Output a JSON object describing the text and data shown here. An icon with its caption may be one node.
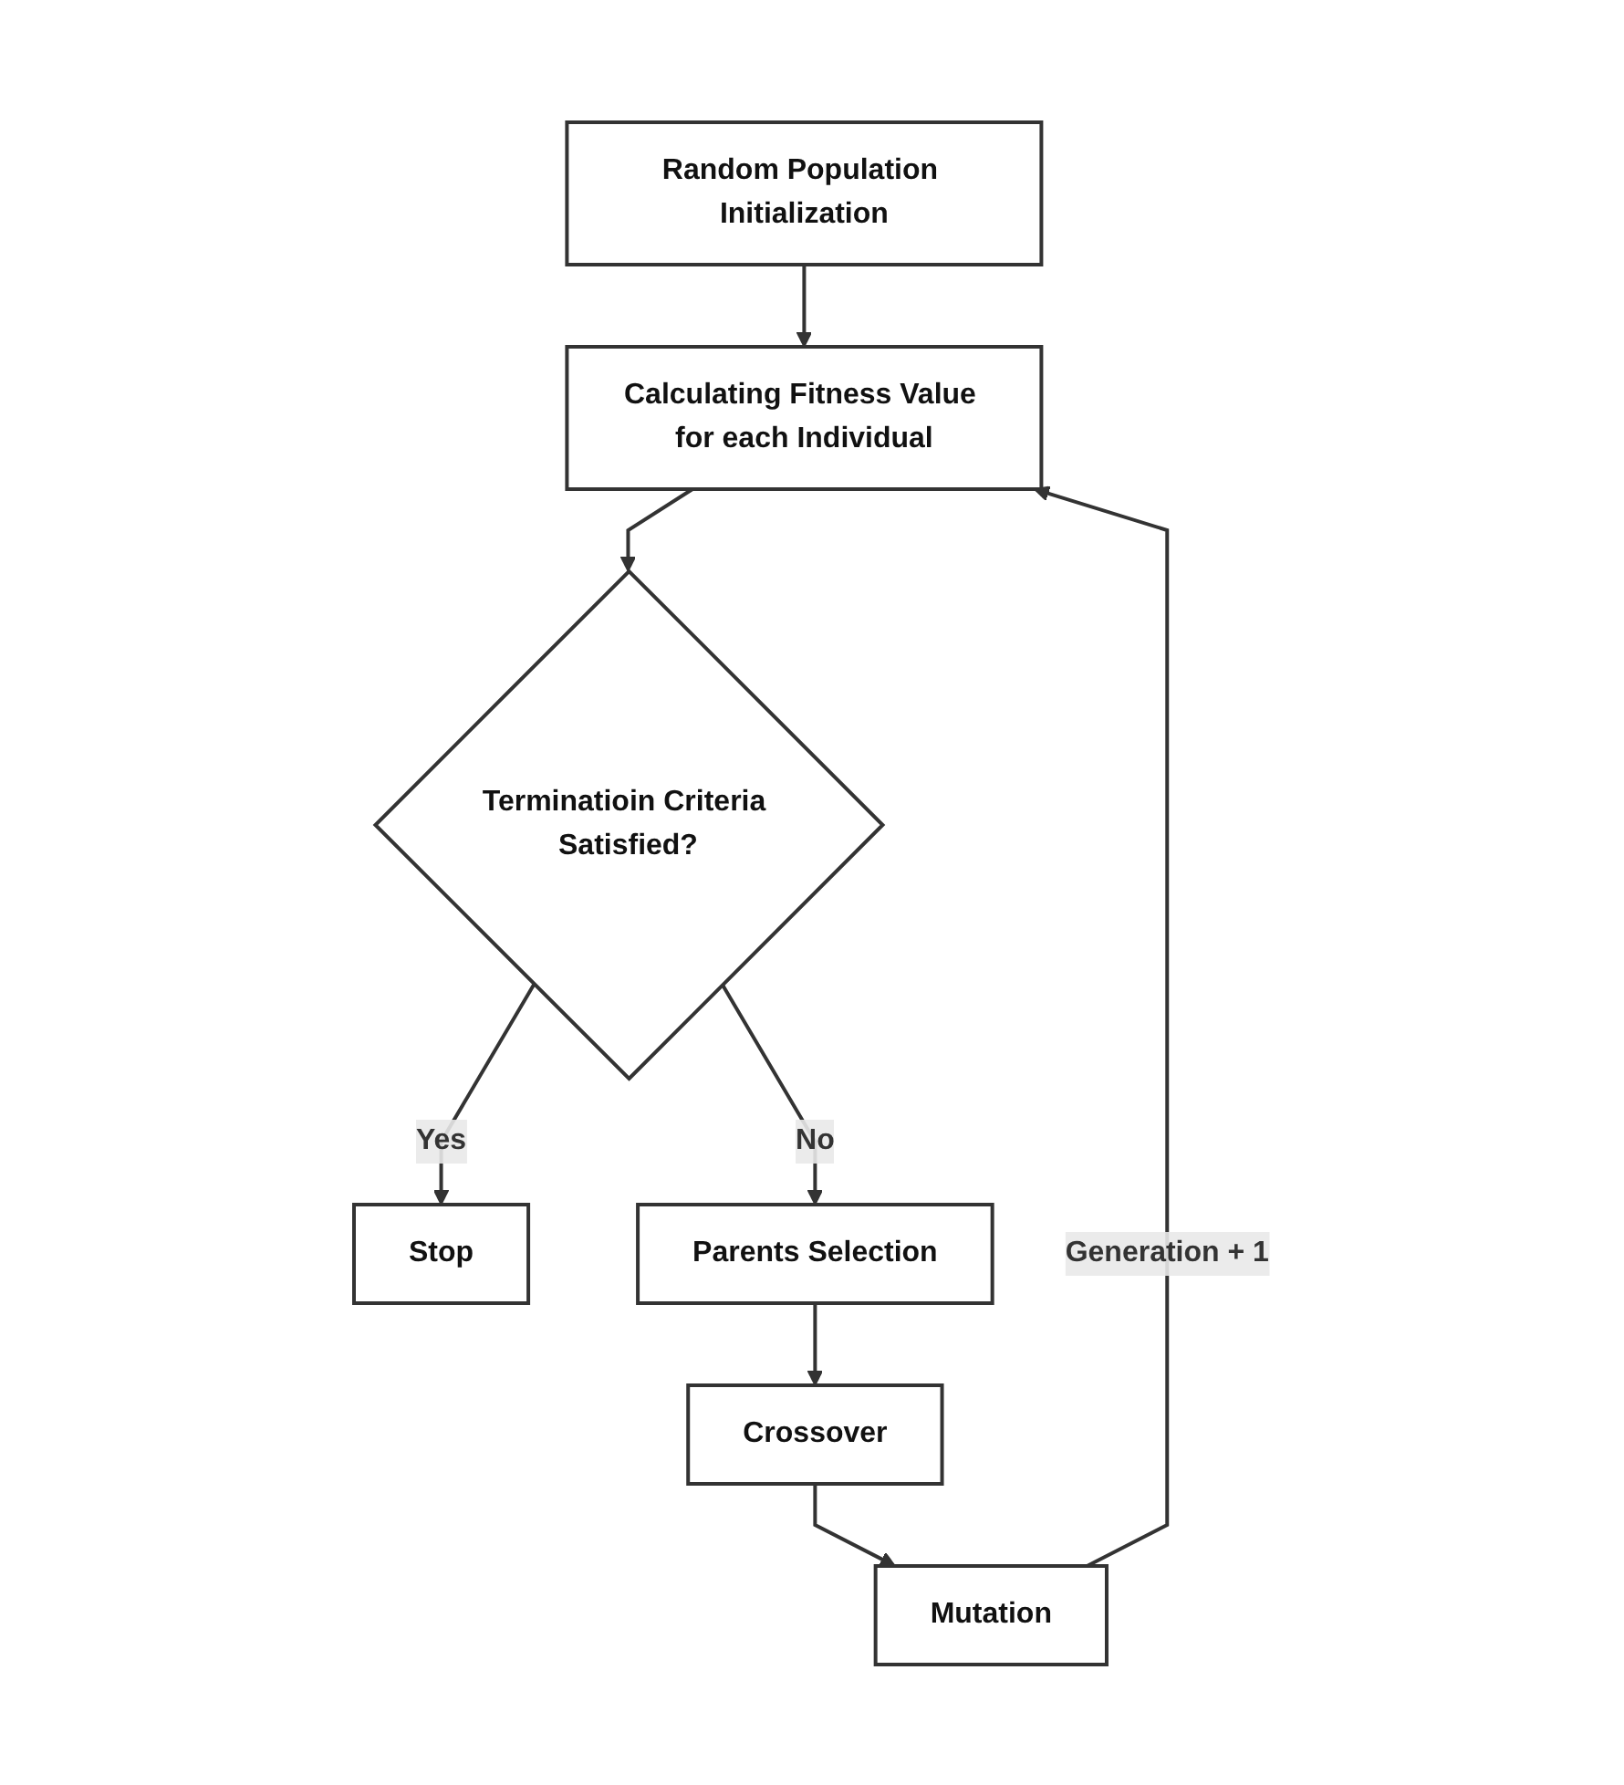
{
  "diagram": {
    "nodes": [
      {
        "text": [
          "Random Population Initialization"
        ]
      },
      {
        "text": [
          "Calculating Fitness Value for each Individual"
        ]
      },
      {
        "text": [
          "Terminatioin Criteria Satisfied?"
        ]
      },
      {
        "text": [
          "Stop"
        ]
      },
      {
        "text": [
          "Parents Selection"
        ]
      },
      {
        "text": [
          "Crossover"
        ]
      },
      {
        "text": [
          "Mutation"
        ]
      }
    ],
    "edges": [
      {
        "from": 0,
        "to": 1,
        "arrow": "to"
      },
      {
        "from": 1,
        "to": 2,
        "arrow": "to"
      },
      {
        "from": 2,
        "to": 3,
        "arrow": "to",
        "label": "Yes"
      },
      {
        "from": 2,
        "to": 4,
        "arrow": "to",
        "label": "No"
      },
      {
        "from": 4,
        "to": 5,
        "arrow": "to"
      },
      {
        "from": 5,
        "to": 6,
        "arrow": "to"
      },
      {
        "from": 6,
        "to": 1,
        "arrow": "to",
        "label": "Generation + 1"
      }
    ]
  }
}
